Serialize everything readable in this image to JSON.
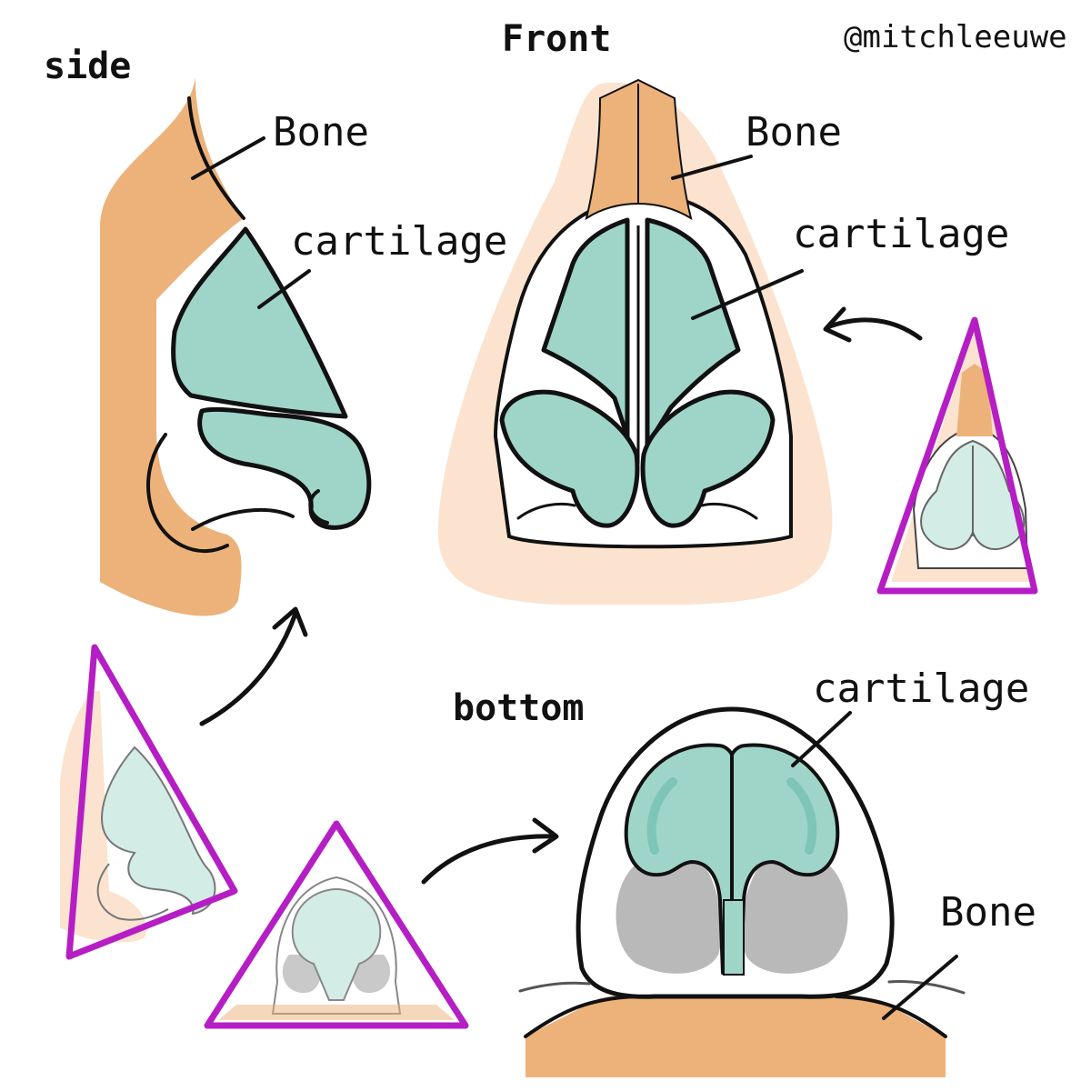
{
  "credit": "@mitchleeuwe",
  "views": {
    "side": "side",
    "front": "Front",
    "bottom": "bottom"
  },
  "labels": {
    "side_bone": "Bone",
    "side_cartilage": "cartilage",
    "front_bone": "Bone",
    "front_cartilage": "cartilage",
    "bottom_cartilage": "cartilage",
    "bottom_bone": "Bone"
  },
  "colors": {
    "bone": "#ecb27a",
    "bone_light": "#fbe3cf",
    "cartilage": "#9fd5c8",
    "cartilage_light": "#d3ece5",
    "nostril_shadow": "#b9b9b9",
    "guide_triangle": "#b51ec4",
    "ink": "#111111"
  }
}
